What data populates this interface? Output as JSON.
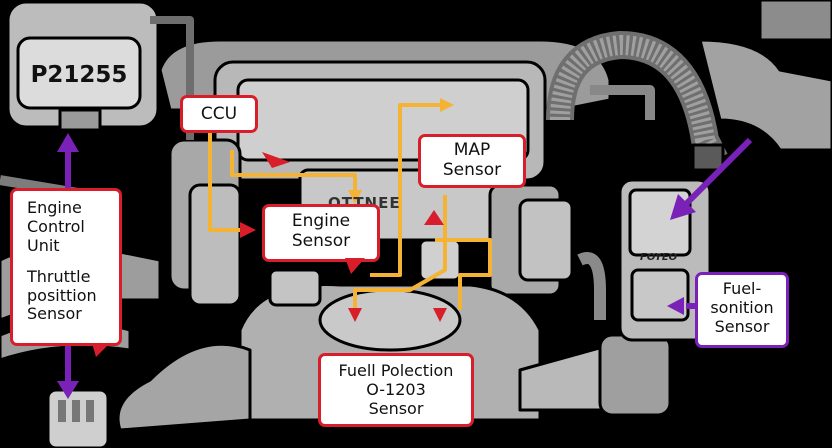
{
  "diagram": {
    "code_label": "P21255",
    "callouts": {
      "ccu": "CCU",
      "engine_sensor": [
        "Engine",
        "Sensor"
      ],
      "map_sensor": [
        "MAP",
        "Sensor"
      ],
      "ecu_lines": [
        "Engine",
        "Control",
        "Unit"
      ],
      "tps_lines": [
        "Thruttle",
        "posittion",
        "Sensor"
      ],
      "fuel_polection": [
        "Fuell Polection",
        "O-1203",
        "Sensor"
      ],
      "fuelsonition": [
        "Fuel-",
        "sonition",
        "Sensor"
      ]
    },
    "embossed_text": "OTTNEE",
    "module_brand": "FOYEO",
    "colors": {
      "background": "#000000",
      "engine_gray": "#b5b5b5",
      "red_accent": "#d81e2a",
      "purple_accent": "#7a22b8",
      "orange_line": "#f5b335"
    }
  }
}
